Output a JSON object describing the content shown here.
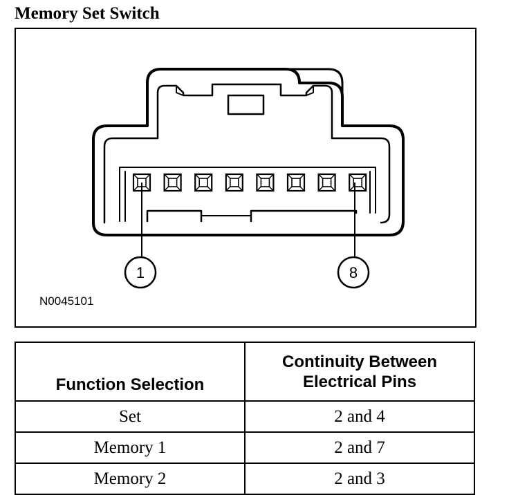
{
  "title": "Memory Set Switch",
  "figure": {
    "id_label": "N0045101",
    "callouts": [
      {
        "label": "1"
      },
      {
        "label": "8"
      }
    ]
  },
  "table": {
    "headers": [
      "Function Selection",
      "Continuity Between Electrical Pins"
    ],
    "rows": [
      {
        "function": "Set",
        "pins": "2 and 4"
      },
      {
        "function": "Memory 1",
        "pins": "2 and 7"
      },
      {
        "function": "Memory 2",
        "pins": "2 and 3"
      }
    ]
  }
}
